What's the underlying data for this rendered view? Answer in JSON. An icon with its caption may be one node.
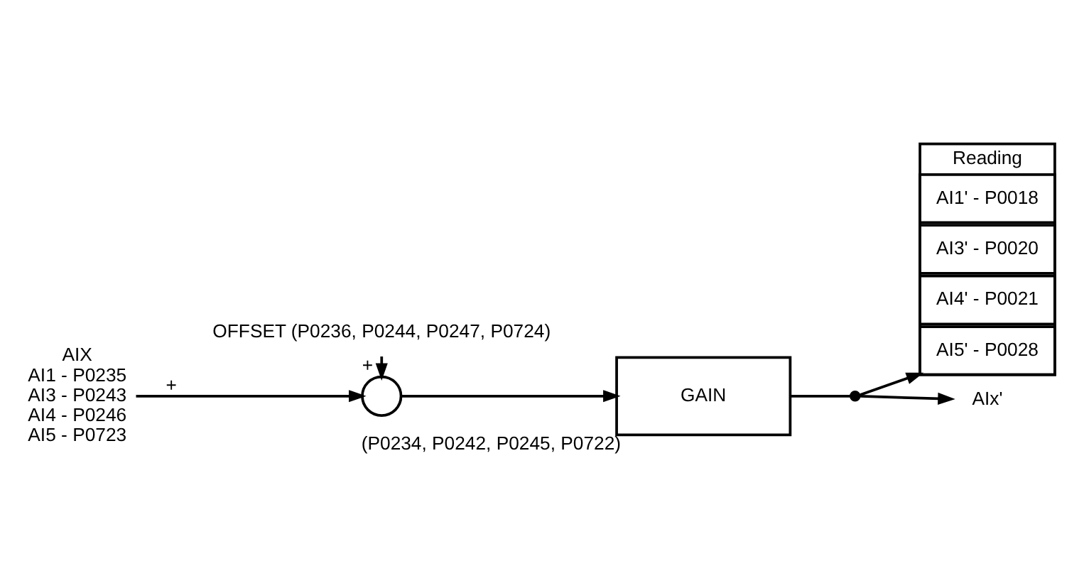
{
  "diagram": {
    "nodes": [
      {
        "text": [
          "AIX",
          "AI1 - P0235",
          "AI3 - P0243",
          "AI4 - P0246",
          "AI5 - P0723"
        ]
      },
      {
        "text": [],
        "shape": "circle"
      },
      {
        "text": [
          "OFFSET (P0236, P0244, P0247, P0724)"
        ]
      },
      {
        "text": [
          "GAIN"
        ],
        "beside": [
          "(P0234, P0242, P0245, P0722)"
        ]
      },
      {
        "text": [],
        "shape": "circle"
      },
      {
        "text": [
          "Reading"
        ]
      },
      {
        "text": [
          "AI1' - P0018"
        ],
        "in": 5
      },
      {
        "text": [
          "AI3' - P0020"
        ],
        "in": 5
      },
      {
        "text": [
          "AI4' - P0021"
        ],
        "in": 5
      },
      {
        "text": [
          "AI5' - P0028"
        ],
        "in": 5
      },
      {
        "text": [
          "AIx'"
        ]
      }
    ],
    "edges": [
      {
        "from": 0,
        "to": 1,
        "arrow": "to",
        "label": "+"
      },
      {
        "from": 2,
        "to": 1,
        "arrow": "to",
        "label": "+"
      },
      {
        "from": 1,
        "to": 3,
        "arrow": "to"
      },
      {
        "from": 3,
        "to": 4,
        "arrow": "none"
      },
      {
        "from": 4,
        "to": 9,
        "arrow": "to"
      },
      {
        "from": 4,
        "to": 10,
        "arrow": "to"
      }
    ]
  }
}
